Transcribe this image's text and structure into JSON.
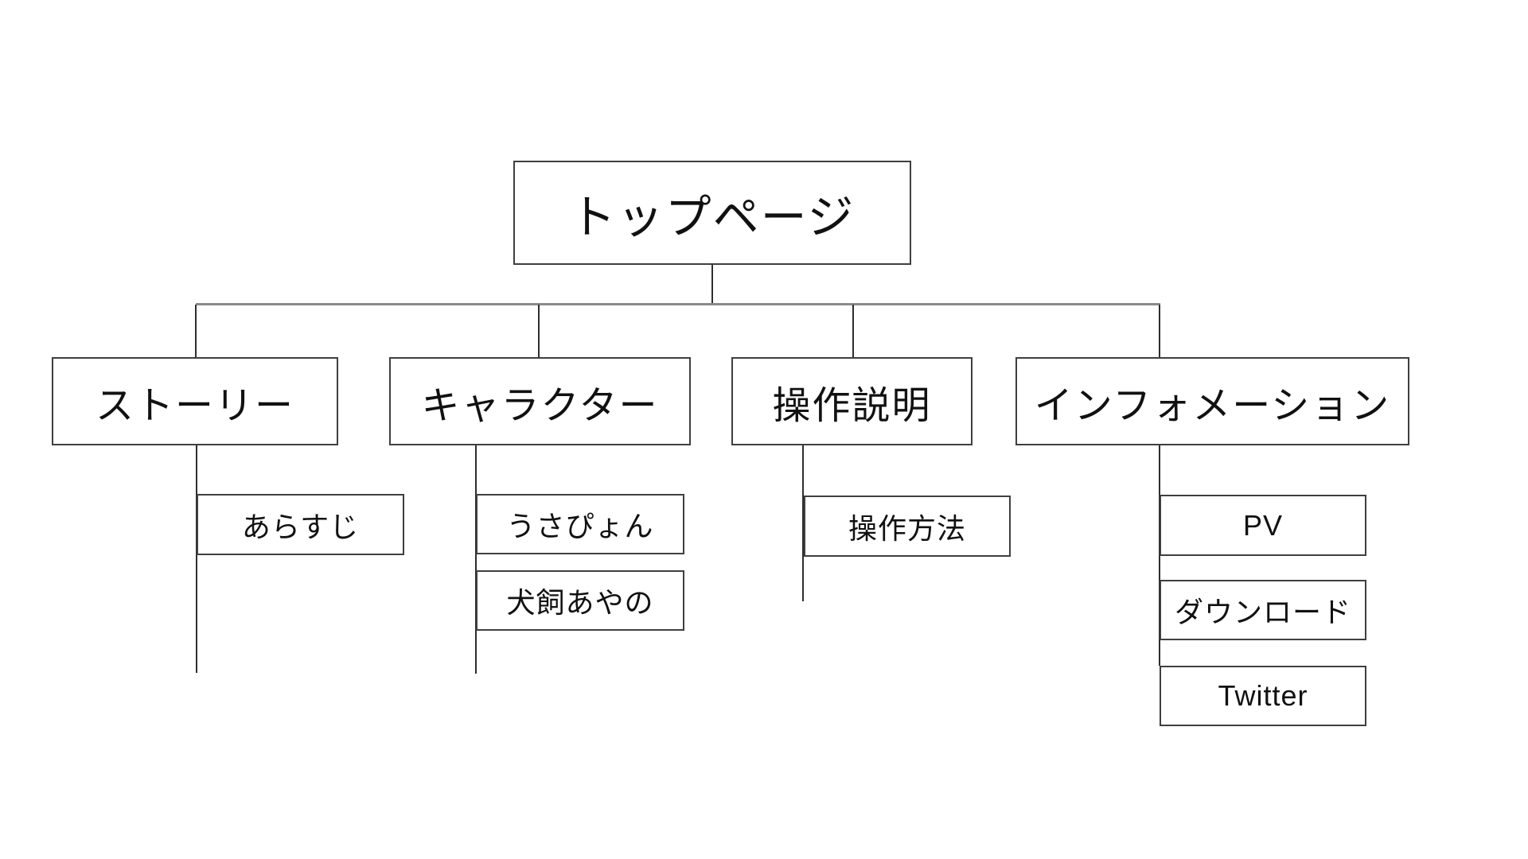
{
  "diagram_title": "site-map-flowchart",
  "nodes": {
    "top": "トップページ",
    "story": "ストーリー",
    "character": "キャラクター",
    "controls": "操作説明",
    "information": "インフォメーション",
    "synopsis": "あらすじ",
    "usapyon": "うさぴょん",
    "inukai": "犬飼あやの",
    "howto": "操作方法",
    "pv": "PV",
    "download": "ダウンロード",
    "twitter": "Twitter"
  },
  "hierarchy": [
    {
      "parent": "トップページ",
      "children": [
        "ストーリー",
        "キャラクター",
        "操作説明",
        "インフォメーション"
      ]
    },
    {
      "parent": "ストーリー",
      "children": [
        "あらすじ"
      ]
    },
    {
      "parent": "キャラクター",
      "children": [
        "うさぴょん",
        "犬飼あやの"
      ]
    },
    {
      "parent": "操作説明",
      "children": [
        "操作方法"
      ]
    },
    {
      "parent": "インフォメーション",
      "children": [
        "PV",
        "ダウンロード",
        "Twitter"
      ]
    }
  ],
  "colors": {
    "bg": "#ffffff",
    "border": "#3f3f3f",
    "line": "#2e2e2e",
    "connector": "#8a8a8a",
    "text": "#111111"
  }
}
